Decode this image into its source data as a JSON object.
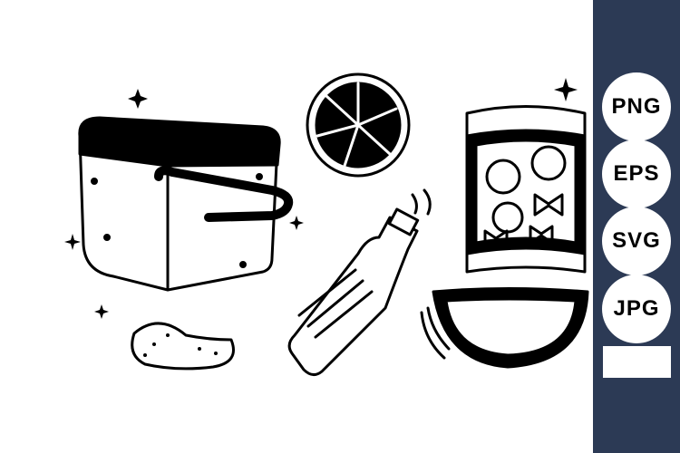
{
  "formats": [
    "PNG",
    "EPS",
    "SVG",
    "JPG"
  ],
  "colors": {
    "panel": "#2c3a55",
    "ink": "#000000",
    "background": "#ffffff"
  }
}
